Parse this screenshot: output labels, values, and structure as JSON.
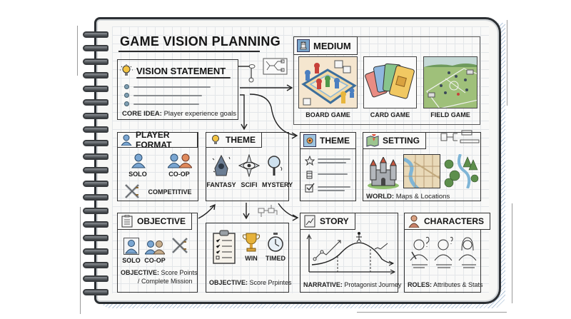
{
  "page": {
    "title": "GAME VISION PLANNING"
  },
  "colors": {
    "ink": "#1d1d1d",
    "paper": "#f9f9f8",
    "grid": "#e3e6e9",
    "accent_blue": "#6f9cc6",
    "accent_orange": "#e08a5c",
    "bulb_yellow": "#f3c443",
    "shadow_hatch": "#a9bfd6"
  },
  "vision_statement": {
    "heading": "VISION STATEMENT",
    "icon": "lightbulb-icon",
    "bullets": 3,
    "caption_label": "CORE IDEA:",
    "caption_text": "Player experience goals"
  },
  "medium": {
    "heading": "MEDIUM",
    "icon": "chess-rook-icon",
    "options": [
      {
        "label": "BOARD GAME",
        "icon": "board-game-icon"
      },
      {
        "label": "CARD GAME",
        "icon": "playing-cards-icon"
      },
      {
        "label": "FIELD GAME",
        "icon": "sports-field-icon"
      }
    ]
  },
  "player_format": {
    "heading": "PLAYER FORMAT",
    "icon": "person-icon",
    "options": [
      {
        "label": "SOLO",
        "icon": "single-player-icon"
      },
      {
        "label": "CO-OP",
        "icon": "handshake-players-icon"
      },
      {
        "label": "COMPETITIVE",
        "icon": "crossed-swords-icon"
      }
    ]
  },
  "theme_genres": {
    "heading": "THEME",
    "icon": "lightbulb-icon",
    "options": [
      {
        "label": "FANTASY",
        "icon": "wizard-icon"
      },
      {
        "label": "SCIFI",
        "icon": "eye-star-icon"
      },
      {
        "label": "MYSTERY",
        "icon": "magnifier-icon"
      }
    ]
  },
  "theme_list": {
    "heading": "THEME",
    "icon": "compass-map-icon",
    "rows": [
      {
        "icon": "star-outline-icon"
      },
      {
        "icon": "scroll-icon"
      },
      {
        "icon": "checkbox-icon"
      }
    ]
  },
  "setting": {
    "heading": "SETTING",
    "icon": "map-pin-icon",
    "images": [
      {
        "icon": "castle-icon"
      },
      {
        "icon": "city-map-icon"
      },
      {
        "icon": "forest-river-icon"
      }
    ],
    "caption_label": "WORLD:",
    "caption_text": "Maps & Locations"
  },
  "objective_players": {
    "heading": "OBJECTIVE",
    "icon": "clipboard-icon",
    "options": [
      {
        "label": "SOLO",
        "icon": "single-player-icon"
      },
      {
        "label": "CO-OP",
        "icon": "two-players-icon"
      },
      {
        "label": "",
        "icon": "crossed-swords-icon"
      }
    ],
    "caption_label": "OBJECTIVE:",
    "caption_text": "Score Points",
    "caption_text2": "/ Complete Mission"
  },
  "objective_goals": {
    "options": [
      {
        "label": "",
        "icon": "checklist-clipboard-icon"
      },
      {
        "label": "WIN",
        "icon": "trophy-icon"
      },
      {
        "label": "TIMED",
        "icon": "stopwatch-icon"
      }
    ],
    "caption_label": "OBJECTIVE:",
    "caption_text": "Score Prpintes"
  },
  "story": {
    "heading": "STORY",
    "icon": "chart-doc-icon",
    "caption_label": "NARRATIVE:",
    "caption_text": "Protagonist Journey"
  },
  "characters": {
    "heading": "CHARACTERS",
    "icon": "person-bust-icon",
    "portraits": [
      "warrior-portrait-icon",
      "male-portrait-icon",
      "female-portrait-icon"
    ],
    "caption_label": "ROLES:",
    "caption_text": "Attributes & Stats"
  }
}
